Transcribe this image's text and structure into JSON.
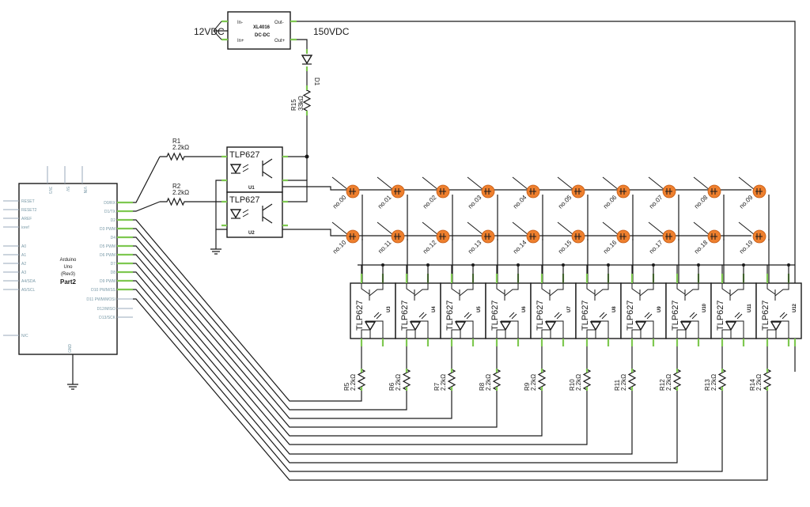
{
  "power": {
    "input_voltage": "12VDC",
    "output_voltage": "150VDC",
    "converter": {
      "name": "XL4016",
      "type": "DC-DC",
      "pin_in_minus": "In-",
      "pin_in_plus": "In+",
      "pin_out_minus": "Out-",
      "pin_out_plus": "Out+"
    },
    "diode": "D1",
    "resistor": {
      "ref": "R15",
      "value": "33kΩ"
    }
  },
  "arduino": {
    "title_lines": [
      "Arduino",
      "Uno",
      "(Rev3)"
    ],
    "part": "Part2",
    "left_pins": [
      "RESET",
      "RESET2",
      "AREF",
      "ioref",
      "A0",
      "A1",
      "A2",
      "A3",
      "A4/SDA",
      "A5/SCL",
      "N/C"
    ],
    "right_pins": [
      "D0/RX",
      "D1/TX",
      "D2",
      "D3 PWM",
      "D4",
      "D5 PWM",
      "D6 PWM",
      "D7",
      "D8",
      "D9 PWM",
      "D10 PWM/SS",
      "D11 PWM/MOSI",
      "D12/MISO",
      "D13/SCK"
    ],
    "top_pins": [
      "3V3",
      "5V",
      "VIN"
    ],
    "bottom_pin": "GND"
  },
  "high_side": [
    {
      "resistor": "R1",
      "value": "2.2kΩ",
      "part": "TLP627",
      "ref": "U1"
    },
    {
      "resistor": "R2",
      "value": "2.2kΩ",
      "part": "TLP627",
      "ref": "U2"
    }
  ],
  "tubes_top": [
    "no.00",
    "no.01",
    "no.02",
    "no.03",
    "no.04",
    "no.05",
    "no.06",
    "no.07",
    "no.08",
    "no.09"
  ],
  "tubes_bottom": [
    "no.10",
    "no.11",
    "no.12",
    "no.13",
    "no.14",
    "no.15",
    "no.16",
    "no.17",
    "no.18",
    "no.19"
  ],
  "low_side": [
    {
      "part": "TLP627",
      "ref": "U3",
      "resistor": "R5",
      "value": "2.2kΩ"
    },
    {
      "part": "TLP627",
      "ref": "U4",
      "resistor": "R6",
      "value": "2.2kΩ"
    },
    {
      "part": "TLP627",
      "ref": "U5",
      "resistor": "R7",
      "value": "2.2kΩ"
    },
    {
      "part": "TLP627",
      "ref": "U6",
      "resistor": "R8",
      "value": "2.2kΩ"
    },
    {
      "part": "TLP627",
      "ref": "U7",
      "resistor": "R9",
      "value": "2.2kΩ"
    },
    {
      "part": "TLP627",
      "ref": "U8",
      "resistor": "R10",
      "value": "2.2kΩ"
    },
    {
      "part": "TLP627",
      "ref": "U9",
      "resistor": "R11",
      "value": "2.2kΩ"
    },
    {
      "part": "TLP627",
      "ref": "U10",
      "resistor": "R12",
      "value": "2.2kΩ"
    },
    {
      "part": "TLP627",
      "ref": "U11",
      "resistor": "R13",
      "value": "2.2kΩ"
    },
    {
      "part": "TLP627",
      "ref": "U12",
      "resistor": "R14",
      "value": "2.2kΩ"
    }
  ],
  "colors": {
    "wire": "#1a1a1a",
    "pin": "#7ec850",
    "tube": "#ee7f2d"
  }
}
